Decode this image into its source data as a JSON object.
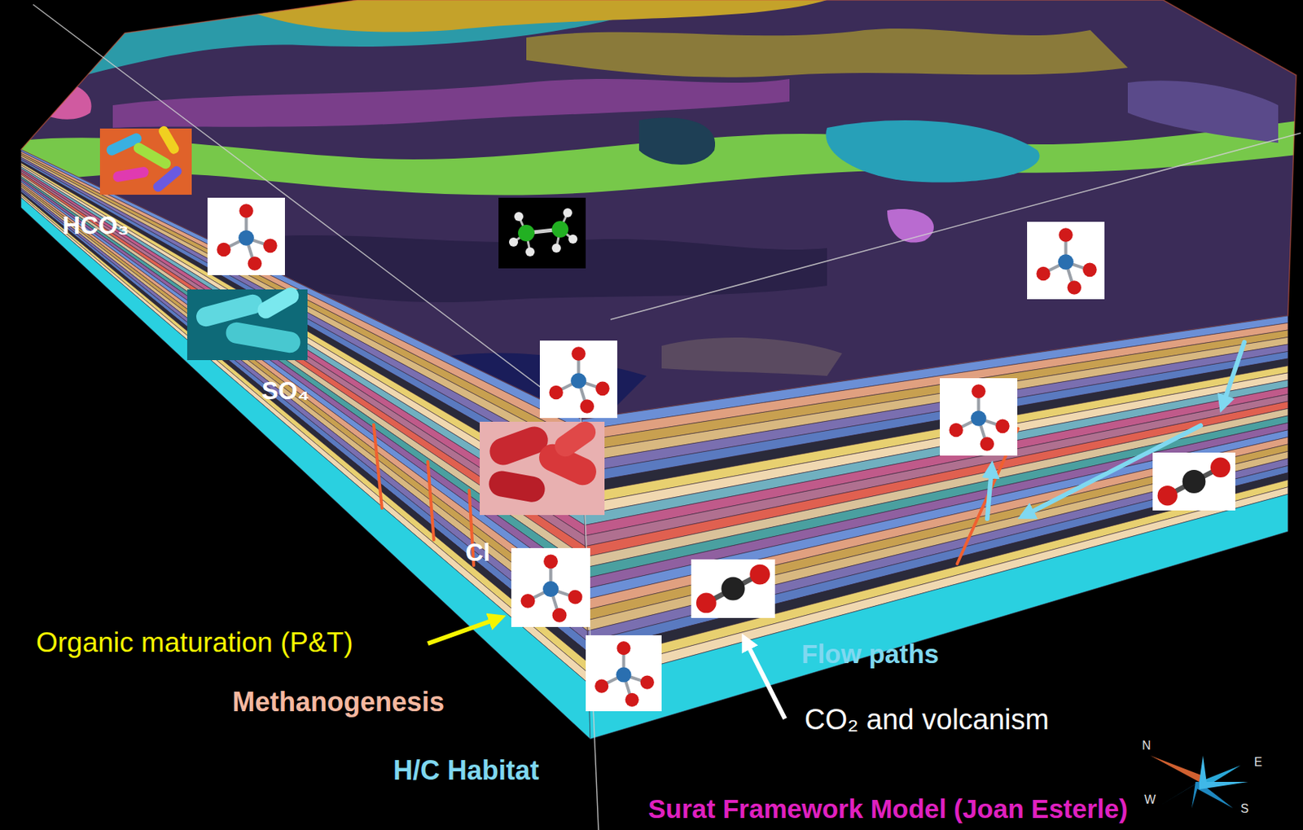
{
  "diagram": {
    "caption": "Surat Framework Model (Joan Esterle)",
    "labels": [
      "HCO₃",
      "SO₄",
      "Cl",
      "Organic maturation (P&T)",
      "Methanogenesis",
      "H/C Habitat",
      "Flow paths",
      "CO₂ and volcanism",
      "N",
      "E",
      "W",
      "S"
    ]
  }
}
